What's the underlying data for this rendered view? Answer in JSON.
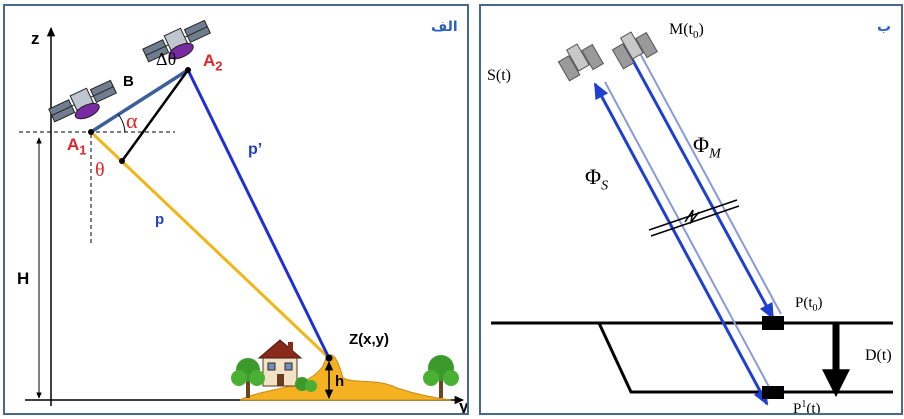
{
  "panel_a": {
    "tag": "الف",
    "z_axis": "z",
    "y_axis": "y",
    "H": "H",
    "B": "B",
    "delta_theta": "Δθ",
    "A1": "A",
    "A1_sub": "1",
    "A2": "A",
    "A2_sub": "2",
    "alpha": "α",
    "theta": "θ",
    "p": "p",
    "p_prime": "p’",
    "target": "Z(x,y)",
    "h": "h",
    "colors": {
      "blue_line": "#1f2fd6",
      "yellow_line": "#f2b518",
      "baseline": "#3a5f9a",
      "label_red": "#e0252a"
    }
  },
  "panel_b": {
    "tag": "ب",
    "satellite_M": "M(t",
    "satellite_M_sub": "0",
    "satellite_M_close": ")",
    "satellite_S": "S(t)",
    "phi_M": "Φ",
    "phi_M_sub": "M",
    "phi_S": "Φ",
    "phi_S_sub": "S",
    "point_P0": "P(t",
    "point_P0_sub": "0",
    "point_P0_close": ")",
    "point_P1": "P",
    "point_P1_sup": "1",
    "point_P1_tail": "(t)",
    "displacement": "D(t)",
    "colors": {
      "beam": "#1f3fd0",
      "beam_light": "#8a9ad8"
    }
  }
}
